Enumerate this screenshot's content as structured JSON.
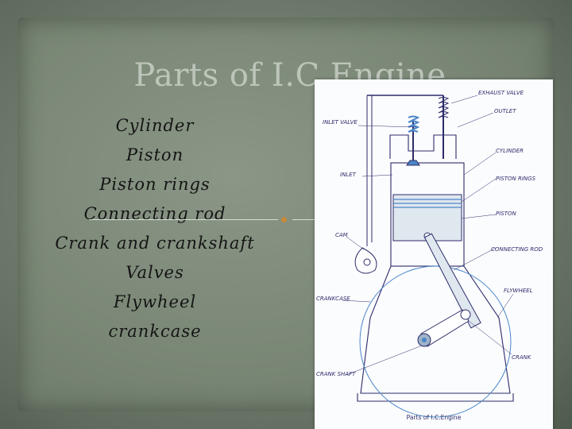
{
  "slide": {
    "title": "Parts of I.C Engine",
    "parts": [
      "Cylinder",
      "Piston",
      "Piston rings",
      "Connecting rod",
      "Crank and crankshaft",
      "Valves",
      "Flywheel",
      "crankcase"
    ]
  },
  "diagram": {
    "labels": {
      "exhaust_valve": "EXHAUST VALVE",
      "outlet": "OUTLET",
      "inlet_valve": "INLET VALVE",
      "cylinder": "CYLINDER",
      "inlet": "INLET",
      "piston_rings": "PISTON RINGS",
      "piston": "PISTON",
      "cam": "CAM",
      "connecting_rod": "CONNECTING ROD",
      "crankcase": "CRANKCASE",
      "flywheel": "FLYWHEEL",
      "crank": "CRANK",
      "crank_shaft": "CRANK SHAFT"
    },
    "caption": "Parts of I.C.Engine",
    "colors": {
      "line": "#2c2c6a",
      "metal": "#9fb3c8",
      "accent": "#4a86c8"
    }
  }
}
